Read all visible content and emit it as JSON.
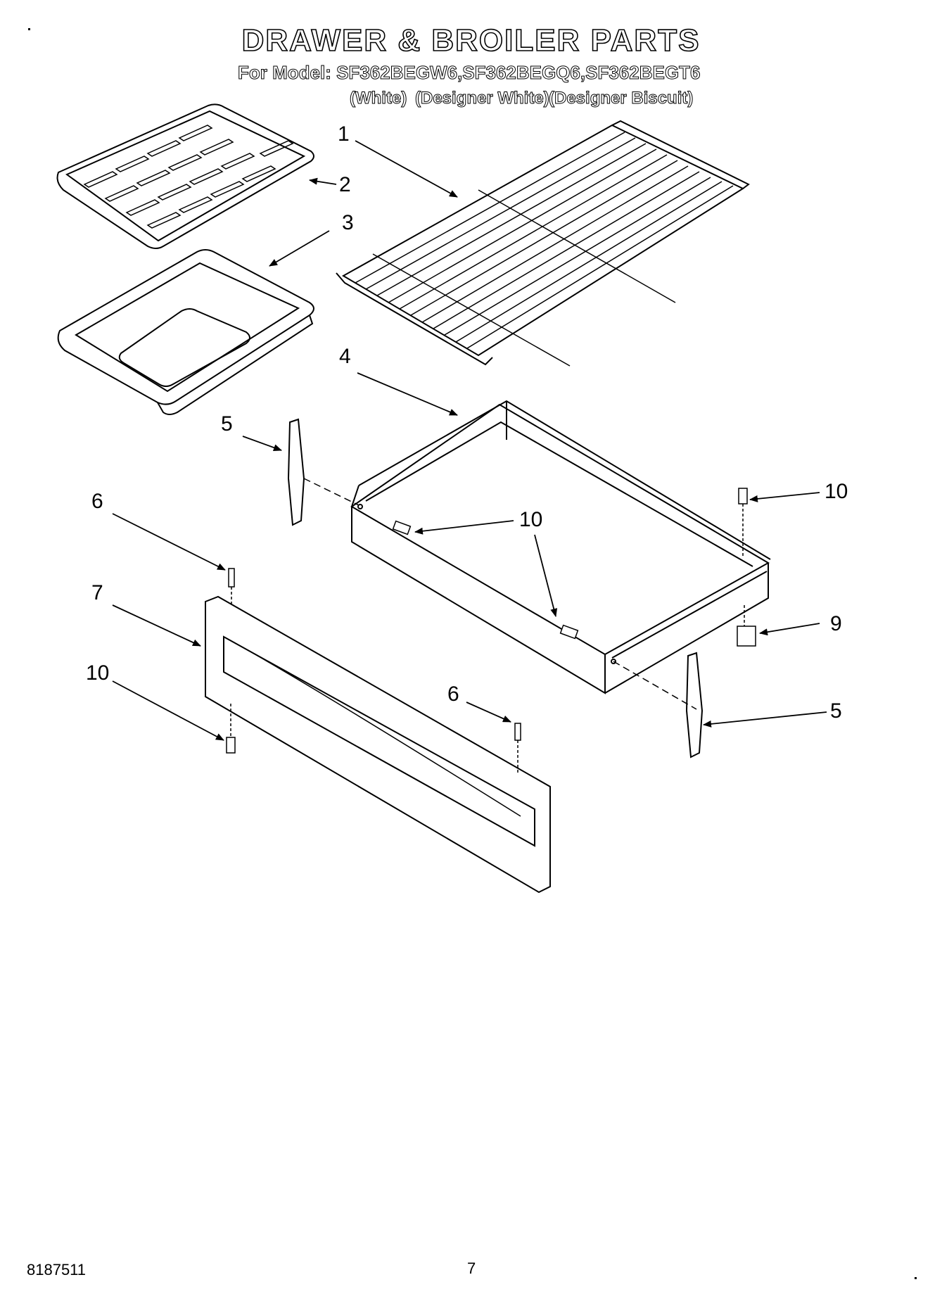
{
  "header": {
    "title": "DRAWER & BROILER PARTS",
    "model_line": "For Model: SF362BEGW6,SF362BEGQ6,SF362BEGT6",
    "variants": [
      "(White)",
      "(Designer White)",
      "(Designer Biscuit)"
    ]
  },
  "callouts": {
    "rack": "1",
    "broiler_grid": "2",
    "broiler_pan": "3",
    "drawer_body": "4",
    "slide_left": "5",
    "slide_right": "5",
    "pin_left": "6",
    "pin_right": "6",
    "drawer_front": "7",
    "clip": "9",
    "screw_right_top": "10",
    "screw_center": "10",
    "screw_front": "10"
  },
  "footer": {
    "doc_number": "8187511",
    "page_number": "7"
  }
}
